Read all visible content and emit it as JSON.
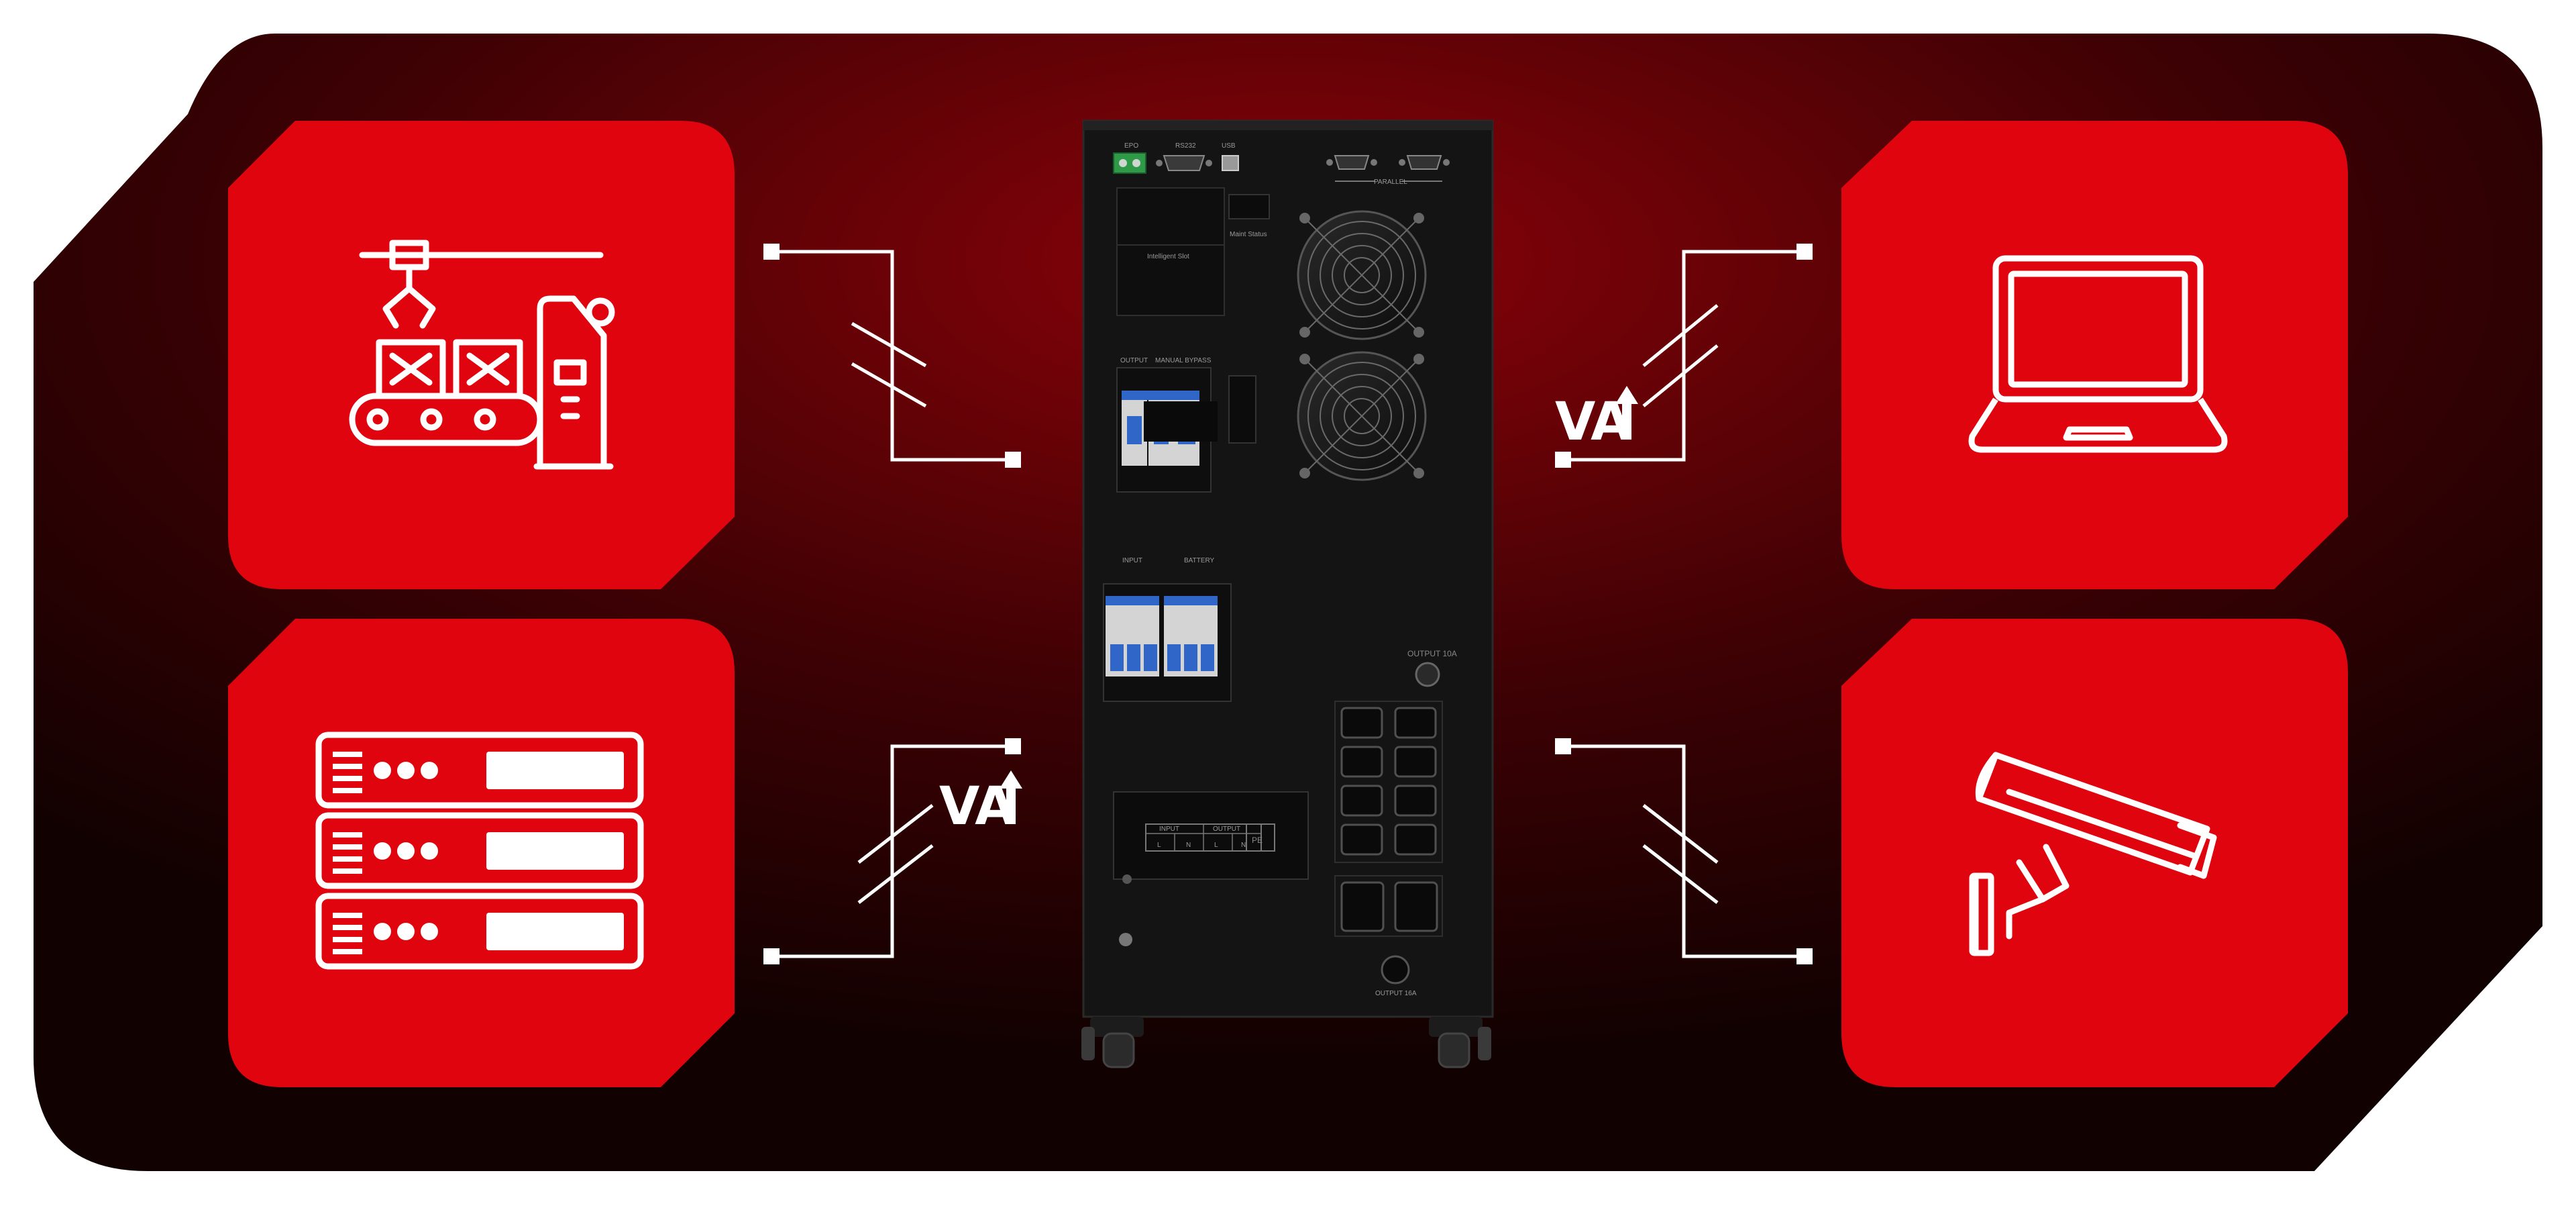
{
  "colors": {
    "tile": "#e0040f",
    "line": "#ffffff",
    "ups_body": "#141414",
    "background_center": "#8a0309",
    "background_edge": "#120101"
  },
  "icons": {
    "top_left": "factory-conveyor-robot-arm-icon",
    "bottom_left": "server-rack-icon",
    "top_right": "laptop-icon",
    "bottom_right": "security-camera-icon"
  },
  "labels": {
    "va_left": "VA",
    "va_right": "VA"
  },
  "ups_panel": {
    "epo": "EPO",
    "rs232": "RS232",
    "usb": "USB",
    "parallel": "PARALLEL",
    "intelligent_slot": "Intelligent Slot",
    "maint_status": "Maint Status",
    "output": "OUTPUT",
    "manual_bypass": "MANUAL BYPASS",
    "input": "INPUT",
    "battery": "BATTERY",
    "output_10a": "OUTPUT 10A",
    "output_16a": "OUTPUT 16A",
    "terminal_input": "INPUT",
    "terminal_output": "OUTPUT",
    "terminal_l": "L",
    "terminal_n": "N",
    "terminal_pe": "PE"
  }
}
